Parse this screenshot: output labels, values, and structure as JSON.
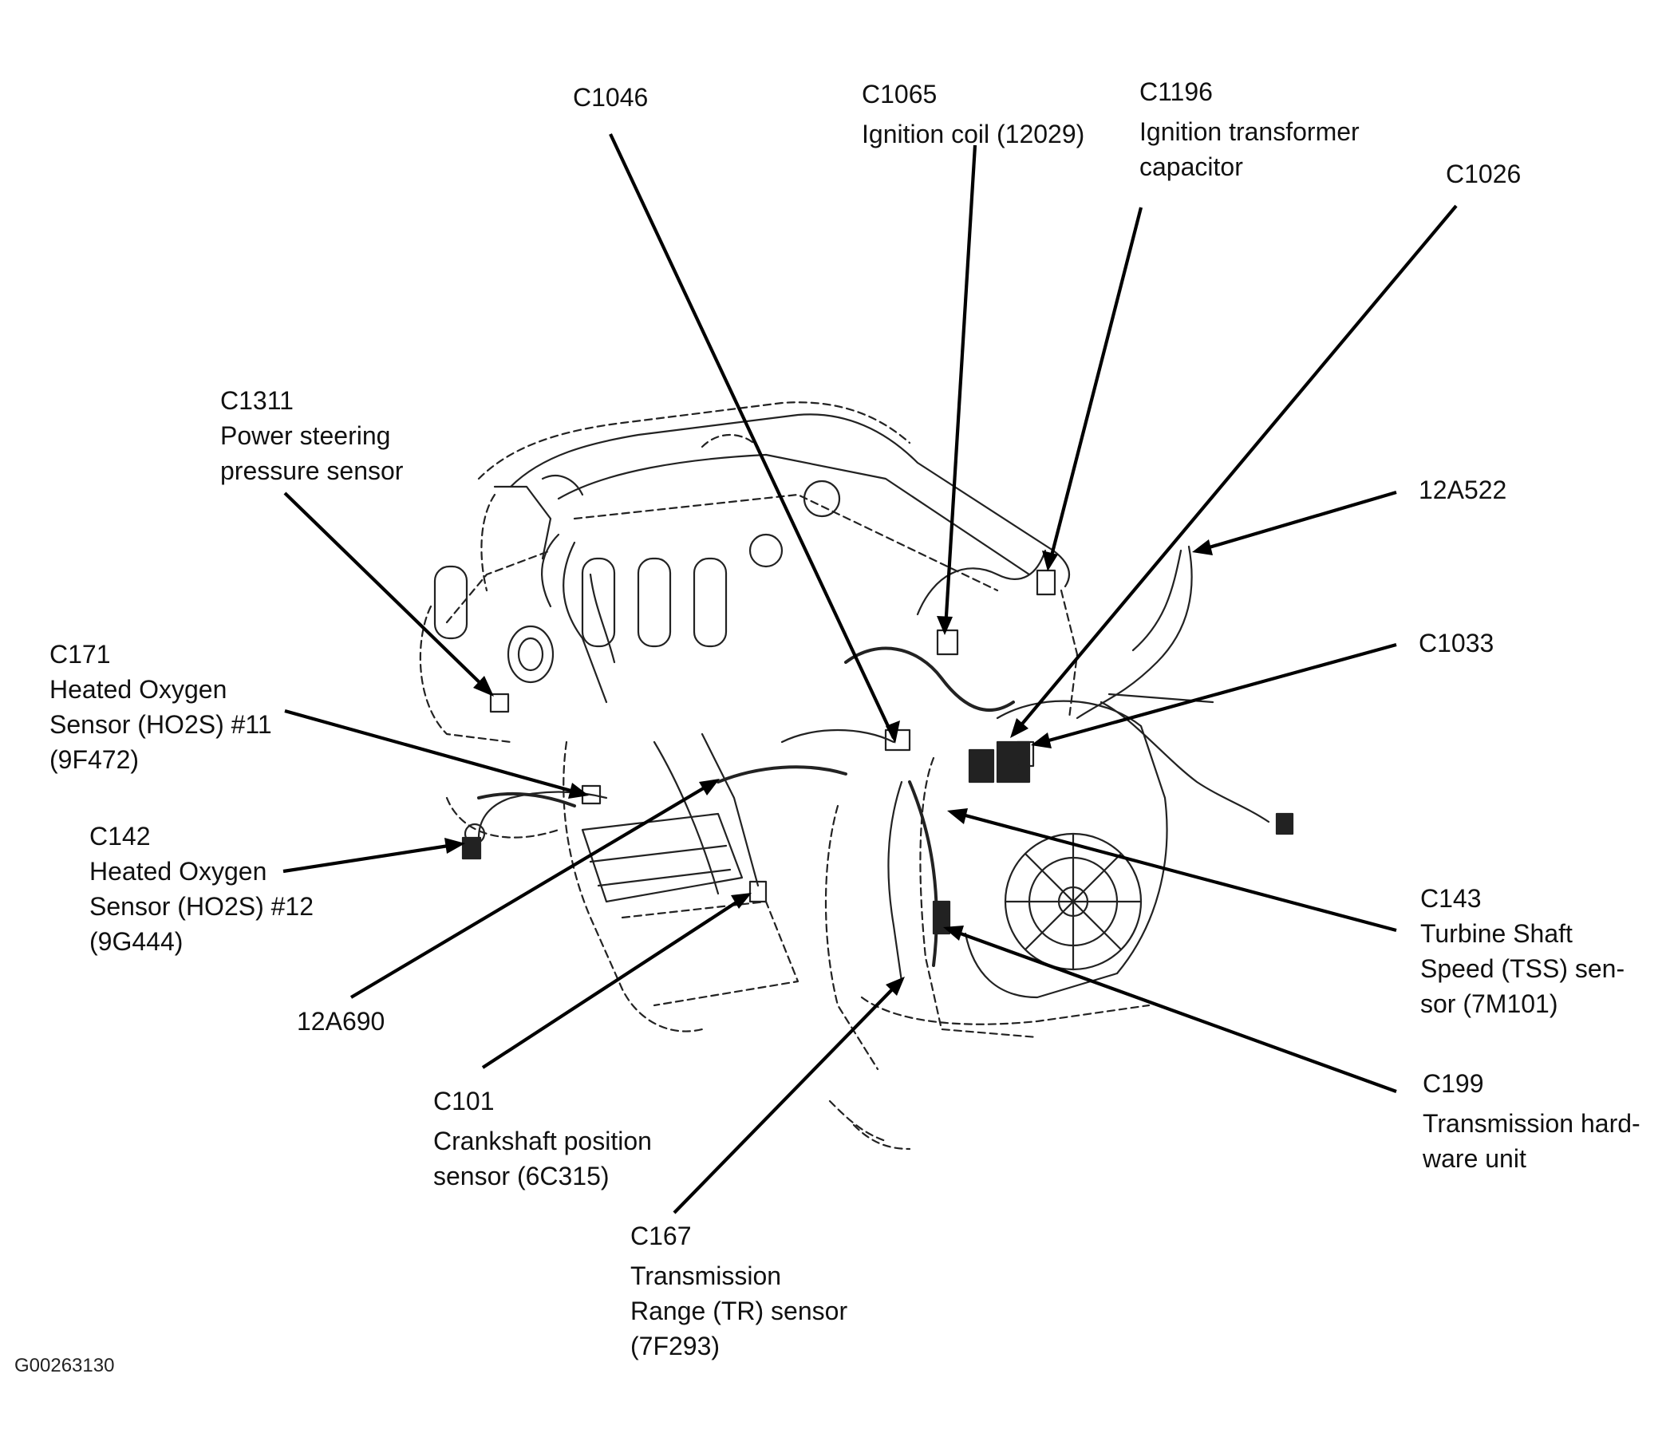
{
  "callouts": [
    {
      "id": "c1046",
      "lines": [
        "C1046"
      ]
    },
    {
      "id": "c1065",
      "lines": [
        "C1065",
        "Ignition coil (12029)"
      ]
    },
    {
      "id": "c1196",
      "lines": [
        "C1196",
        "Ignition transformer",
        "capacitor"
      ]
    },
    {
      "id": "c1026",
      "lines": [
        "C1026"
      ]
    },
    {
      "id": "c1311",
      "lines": [
        "C1311",
        "Power steering",
        "pressure sensor"
      ]
    },
    {
      "id": "r12a522",
      "lines": [
        "12A522"
      ]
    },
    {
      "id": "c171",
      "lines": [
        "C171",
        "Heated Oxygen",
        "Sensor (HO2S) #11",
        "(9F472)"
      ]
    },
    {
      "id": "c1033",
      "lines": [
        "C1033"
      ]
    },
    {
      "id": "c142",
      "lines": [
        "C142",
        "Heated Oxygen",
        "Sensor (HO2S) #12",
        "(9G444)"
      ]
    },
    {
      "id": "c143",
      "lines": [
        "C143",
        "Turbine Shaft",
        "Speed (TSS) sen-",
        "sor (7M101)"
      ]
    },
    {
      "id": "r12a690",
      "lines": [
        "12A690"
      ]
    },
    {
      "id": "c101",
      "lines": [
        "C101",
        "Crankshaft position",
        "sensor (6C315)"
      ]
    },
    {
      "id": "c199",
      "lines": [
        "C199",
        "Transmission hard-",
        "ware unit"
      ]
    },
    {
      "id": "c167",
      "lines": [
        "C167",
        "Transmission",
        "Range (TR) sensor",
        "(7F293)"
      ]
    }
  ],
  "figure_id": "G00263130"
}
